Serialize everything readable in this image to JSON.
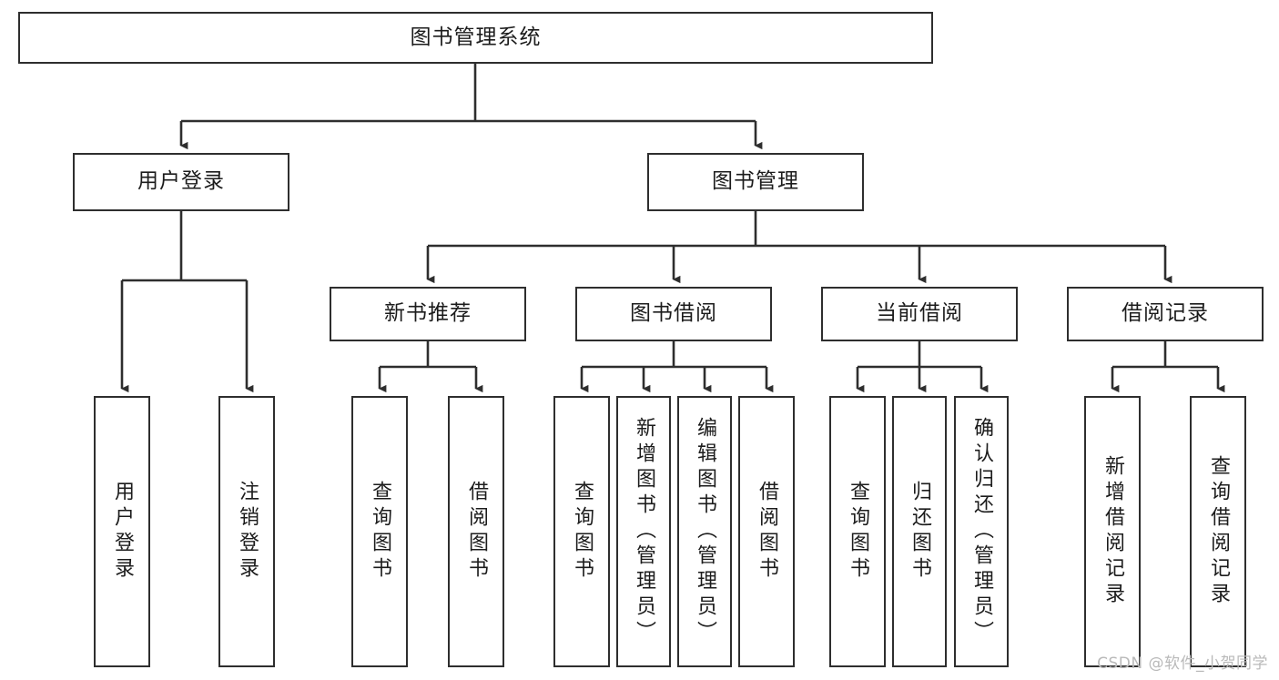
{
  "diagram": {
    "type": "tree",
    "title": "图书管理系统",
    "watermark": "CSDN @软件_小贺同学",
    "colors": {
      "stroke": "#2e2e2e",
      "fill": "#ffffff",
      "text": "#1c1c1c",
      "watermark": "#b9b9b9"
    },
    "nodes": {
      "root": "图书管理系统",
      "level2": {
        "user_login": "用户登录",
        "book_manage": "图书管理"
      },
      "level3": {
        "new_book_rec": "新书推荐",
        "book_borrow": "图书借阅",
        "current_borrow": "当前借阅",
        "borrow_record": "借阅记录"
      },
      "leaves": {
        "user_login_1": "用户登录",
        "user_login_2": "注销登录",
        "new_book_rec_1": "查询图书",
        "new_book_rec_2": "借阅图书",
        "book_borrow_1": "查询图书",
        "book_borrow_2": "新增图书（管理员）",
        "book_borrow_3": "编辑图书（管理员）",
        "book_borrow_4": "借阅图书",
        "current_borrow_1": "查询图书",
        "current_borrow_2": "归还图书",
        "current_borrow_3": "确认归还（管理员）",
        "borrow_record_1": "新增借阅记录",
        "borrow_record_2": "查询借阅记录"
      }
    },
    "edges": [
      {
        "from": "root",
        "to": "user_login"
      },
      {
        "from": "root",
        "to": "book_manage"
      },
      {
        "from": "user_login",
        "to": "user_login_1"
      },
      {
        "from": "user_login",
        "to": "user_login_2"
      },
      {
        "from": "book_manage",
        "to": "new_book_rec"
      },
      {
        "from": "book_manage",
        "to": "book_borrow"
      },
      {
        "from": "book_manage",
        "to": "current_borrow"
      },
      {
        "from": "book_manage",
        "to": "borrow_record"
      },
      {
        "from": "new_book_rec",
        "to": "new_book_rec_1"
      },
      {
        "from": "new_book_rec",
        "to": "new_book_rec_2"
      },
      {
        "from": "book_borrow",
        "to": "book_borrow_1"
      },
      {
        "from": "book_borrow",
        "to": "book_borrow_2"
      },
      {
        "from": "book_borrow",
        "to": "book_borrow_3"
      },
      {
        "from": "book_borrow",
        "to": "book_borrow_4"
      },
      {
        "from": "current_borrow",
        "to": "current_borrow_1"
      },
      {
        "from": "current_borrow",
        "to": "current_borrow_2"
      },
      {
        "from": "current_borrow",
        "to": "current_borrow_3"
      },
      {
        "from": "borrow_record",
        "to": "borrow_record_1"
      },
      {
        "from": "borrow_record",
        "to": "borrow_record_2"
      }
    ]
  }
}
